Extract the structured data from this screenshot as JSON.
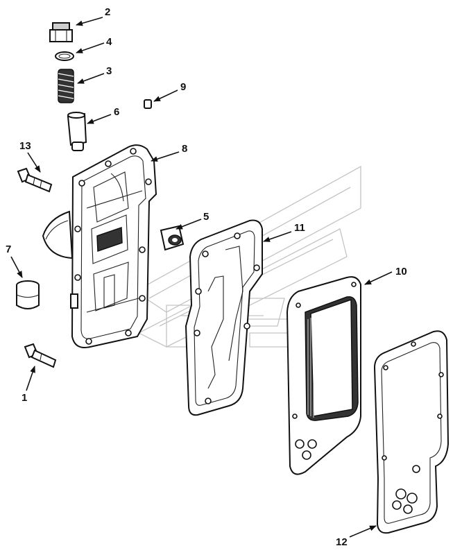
{
  "diagram": {
    "callouts": [
      {
        "id": "callout-1",
        "label": "1"
      },
      {
        "id": "callout-2",
        "label": "2"
      },
      {
        "id": "callout-3",
        "label": "3"
      },
      {
        "id": "callout-4",
        "label": "4"
      },
      {
        "id": "callout-5",
        "label": "5"
      },
      {
        "id": "callout-6",
        "label": "6"
      },
      {
        "id": "callout-7",
        "label": "7"
      },
      {
        "id": "callout-8",
        "label": "8"
      },
      {
        "id": "callout-9",
        "label": "9"
      },
      {
        "id": "callout-10",
        "label": "10"
      },
      {
        "id": "callout-11",
        "label": "11"
      },
      {
        "id": "callout-12",
        "label": "12"
      },
      {
        "id": "callout-13",
        "label": "13"
      }
    ]
  }
}
